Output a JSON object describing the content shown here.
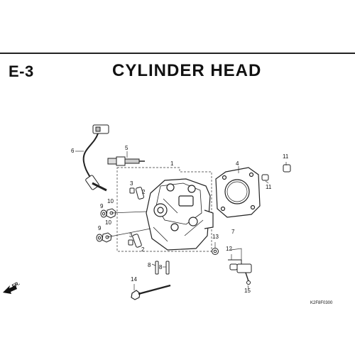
{
  "header": {
    "section_code": "E-3",
    "title": "CYLINDER HEAD"
  },
  "callouts": {
    "c1": "1",
    "c2a": "2",
    "c2b": "2",
    "c3a": "3",
    "c3b": "3",
    "c4": "4",
    "c5": "5",
    "c6": "6",
    "c7": "7",
    "c8a": "8",
    "c8b": "8",
    "c9a": "9",
    "c9b": "9",
    "c10a": "10",
    "c10b": "10",
    "c11a": "11",
    "c11b": "11",
    "c12": "12",
    "c13": "13",
    "c14": "14",
    "c15": "15"
  },
  "direction_label": "FR.",
  "reference_code": "K2F8F0300"
}
